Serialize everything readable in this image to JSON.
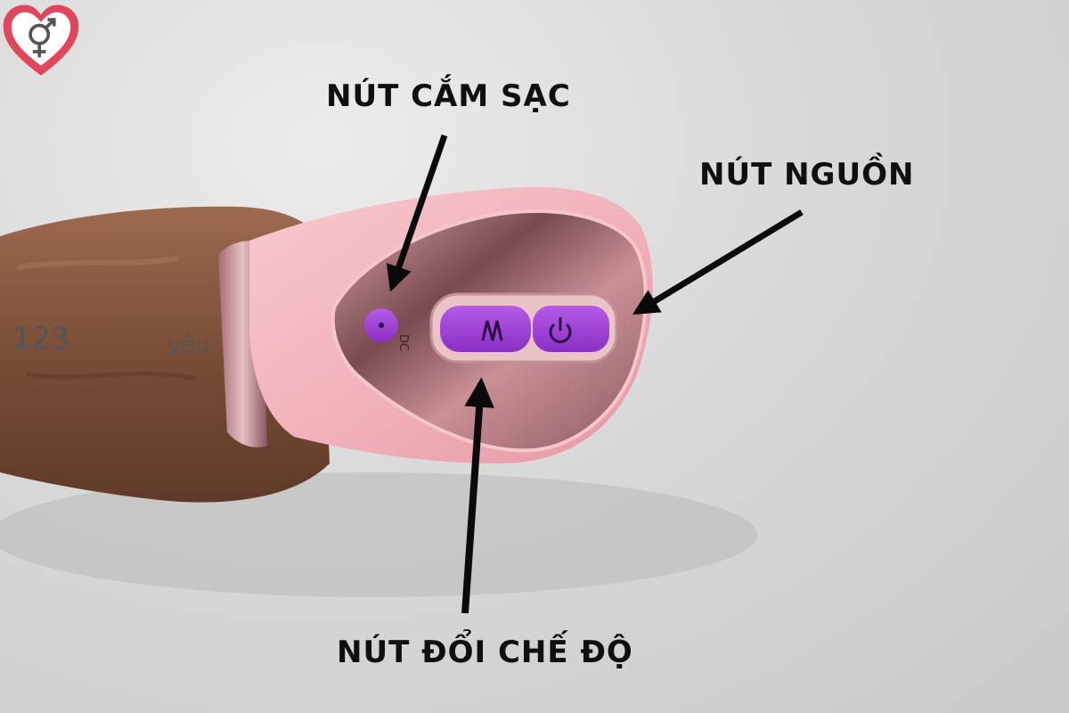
{
  "labels": {
    "charge_port": "NÚT CẮM SẠC",
    "power": "NÚT NGUỒN",
    "mode": "NÚT ĐỔI CHẾ ĐỘ"
  },
  "logo": {
    "number": "123",
    "word": "yêu",
    "icon": "gender-heart-icon"
  },
  "device": {
    "port_label": "DC",
    "mode_icon": "vibration-wave-icon",
    "power_icon": "power-icon"
  },
  "colors": {
    "body_pink": "#f2b5be",
    "button_purple": "#9b3fd6",
    "chrome": "#b07a80",
    "arrow": "#0a0a0a",
    "logo_heart": "#e0465c"
  }
}
